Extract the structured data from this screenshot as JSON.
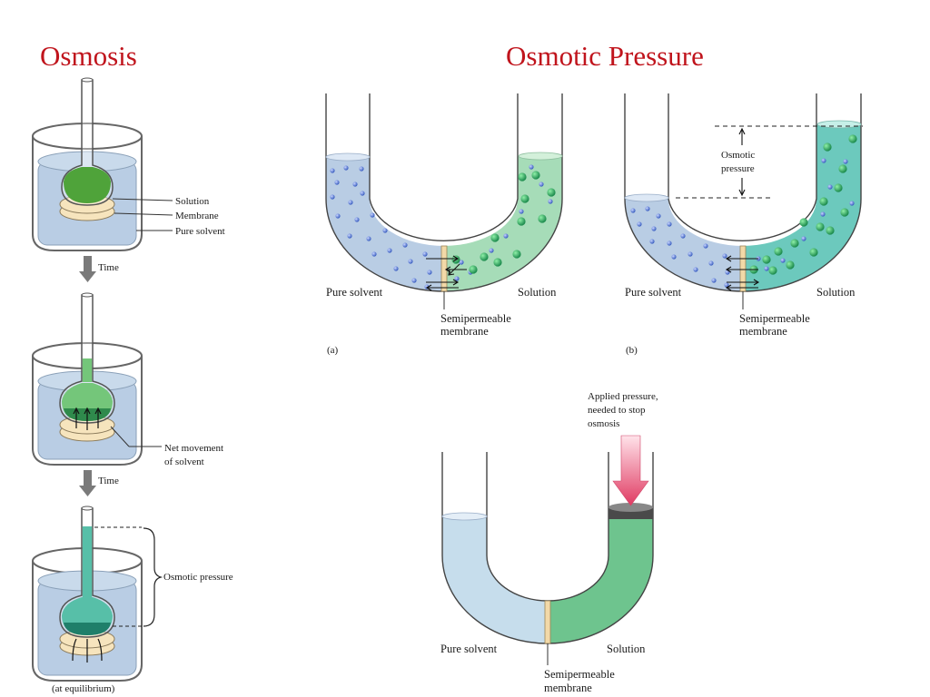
{
  "titles": {
    "left": "Osmosis",
    "right": "Osmotic Pressure"
  },
  "osmosis": {
    "solution": "Solution",
    "membrane": "Membrane",
    "pure_solvent": "Pure solvent",
    "time1": "Time",
    "net_movement_1": "Net movement",
    "net_movement_2": "of solvent",
    "time2": "Time",
    "osmotic_pressure": "Osmotic pressure",
    "equilibrium": "(at equilibrium)"
  },
  "tube_a": {
    "left_label": "Pure solvent",
    "right_label": "Solution",
    "membrane_1": "Semipermeable",
    "membrane_2": "membrane",
    "panel": "(a)"
  },
  "tube_b": {
    "left_label": "Pure solvent",
    "right_label": "Solution",
    "membrane_1": "Semipermeable",
    "membrane_2": "membrane",
    "pressure_1": "Osmotic",
    "pressure_2": "pressure",
    "panel": "(b)"
  },
  "tube_c": {
    "applied_1": "Applied pressure,",
    "applied_2": "needed to stop",
    "applied_3": "osmosis",
    "left_label": "Pure solvent",
    "right_label": "Solution",
    "membrane_1": "Semipermeable",
    "membrane_2": "membrane"
  },
  "colors": {
    "title": "#c0141c",
    "solvent": "#b9cde4",
    "solution_light": "#a6dcb8",
    "solution_teal": "#6cc9bd",
    "solution_green": "#6ec48e",
    "membrane": "#f2d9a8"
  }
}
